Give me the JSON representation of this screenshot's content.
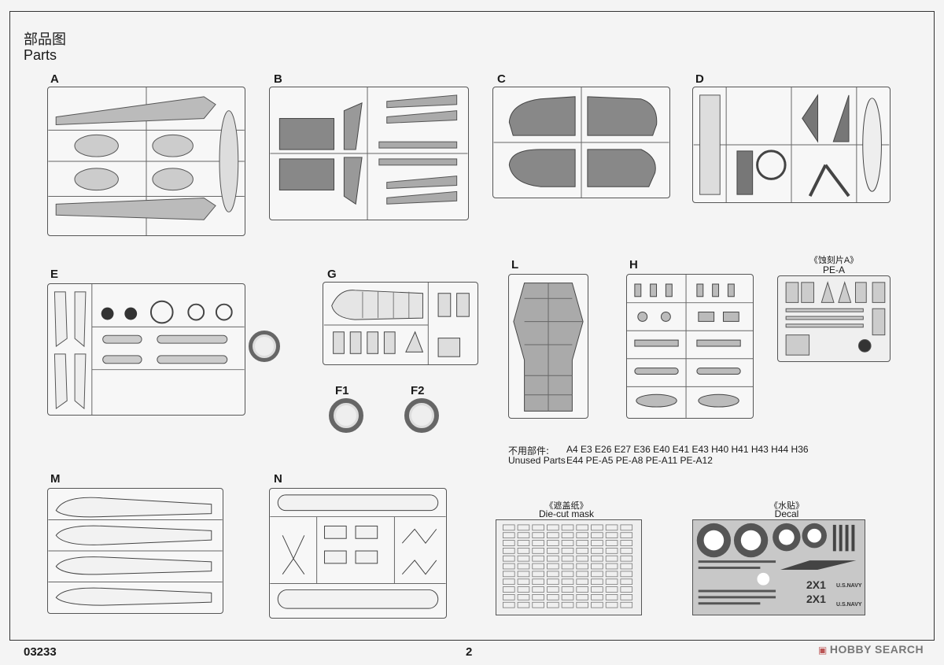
{
  "header": {
    "title_cn": "部品图",
    "title_en": "Parts"
  },
  "sprues": {
    "A": "A",
    "B": "B",
    "C": "C",
    "D": "D",
    "E": "E",
    "G": "G",
    "L": "L",
    "H": "H",
    "F1": "F1",
    "F2": "F2",
    "M": "M",
    "N": "N"
  },
  "photoetch": {
    "label_cn": "《蚀刻片A》",
    "label": "PE-A"
  },
  "mask": {
    "label_cn": "《遮盖纸》",
    "label_en": "Die-cut mask"
  },
  "decal": {
    "label_cn": "《水贴》",
    "label_en": "Decal",
    "code_a": "2X1",
    "code_b": "2X1",
    "navy_a": "U.S.NAVY",
    "navy_b": "U.S.NAVY"
  },
  "unused": {
    "label_cn": "不用部件:",
    "label_en": "Unused Parts",
    "line1": "A4 E3 E26 E27 E36 E40 E41 E43 H40 H41 H43 H44 H36",
    "line2": "E44 PE-A5 PE-A8 PE-A11 PE-A12"
  },
  "footer": {
    "code": "03233",
    "page": "2"
  },
  "watermark": {
    "text": "HOBBY SEARCH",
    "icon": "hobby-search-logo-icon"
  }
}
